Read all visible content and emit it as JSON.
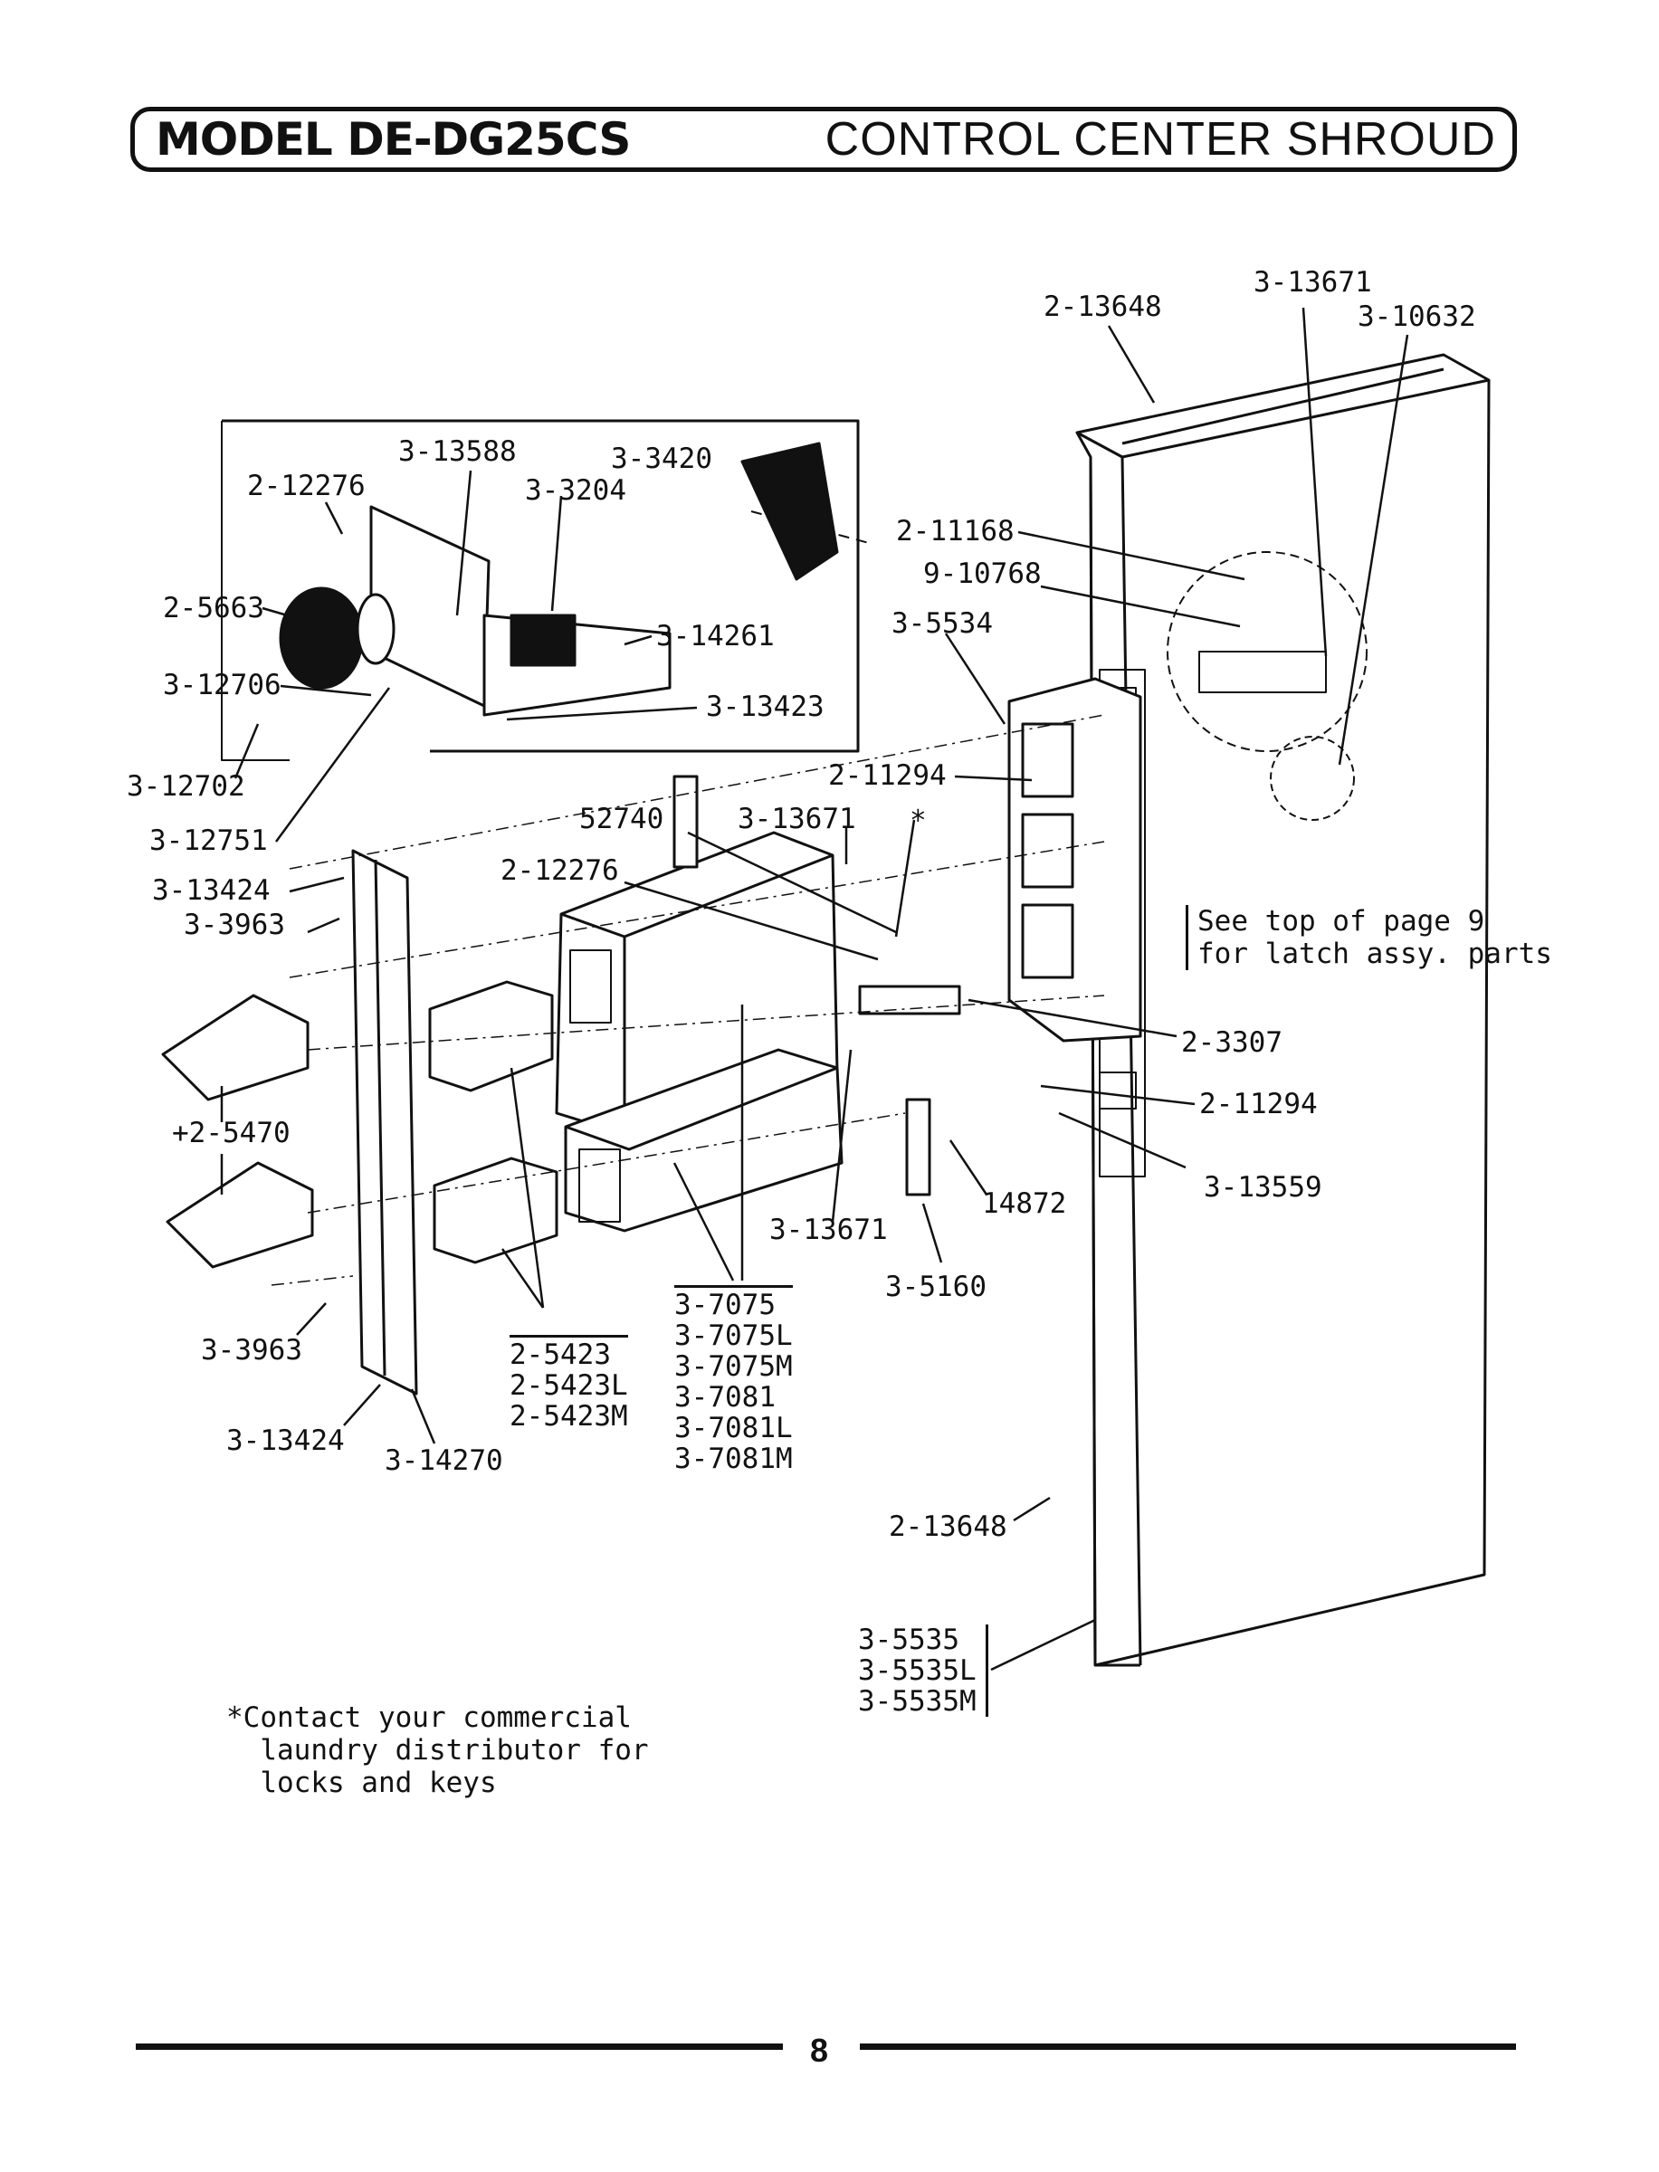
{
  "header": {
    "model": "MODEL DE-DG25CS",
    "section": "CONTROL CENTER SHROUD"
  },
  "parts": {
    "p2_13648_top": "2-13648",
    "p3_13671_top": "3-13671",
    "p3_10632": "3-10632",
    "p3_13588": "3-13588",
    "p3_3420": "3-3420",
    "p2_12276_top": "2-12276",
    "p3_3204": "3-3204",
    "p2_11168": "2-11168",
    "p9_10768": "9-10768",
    "p3_5534": "3-5534",
    "p2_5663": "2-5663",
    "p3_14261": "3-14261",
    "p3_12706": "3-12706",
    "p3_13423": "3-13423",
    "p3_12702": "3-12702",
    "p2_11294_top": "2-11294",
    "p52740": "52740",
    "p3_13671_mid": "3-13671",
    "star": "*",
    "p3_12751": "3-12751",
    "p2_12276_mid": "2-12276",
    "p3_13424_top": "3-13424",
    "p3_3963_top": "3-3963",
    "p2_3307": "2-3307",
    "p2_11294_bot": "2-11294",
    "p2_5470": "+2-5470",
    "p3_13559": "3-13559",
    "p14872": "14872",
    "p3_13671_low": "3-13671",
    "p3_5160": "3-5160",
    "p3_3963_bot": "3-3963",
    "p3_13424_bot": "3-13424",
    "p3_14270": "3-14270",
    "p2_13648_bot": "2-13648"
  },
  "groups": {
    "box_group": [
      "2-5423",
      "2-5423L",
      "2-5423M"
    ],
    "housing_group": [
      "3-7075",
      "3-7075L",
      "3-7075M",
      "3-7081",
      "3-7081L",
      "3-7081M"
    ],
    "shroud_group": [
      "3-5535",
      "3-5535L",
      "3-5535M"
    ]
  },
  "latch_note": {
    "line1": "See top of page 9",
    "line2": "for latch assy. parts"
  },
  "footnote": "*Contact your commercial\n  laundry distributor for\n  locks and keys",
  "page_number": "8"
}
